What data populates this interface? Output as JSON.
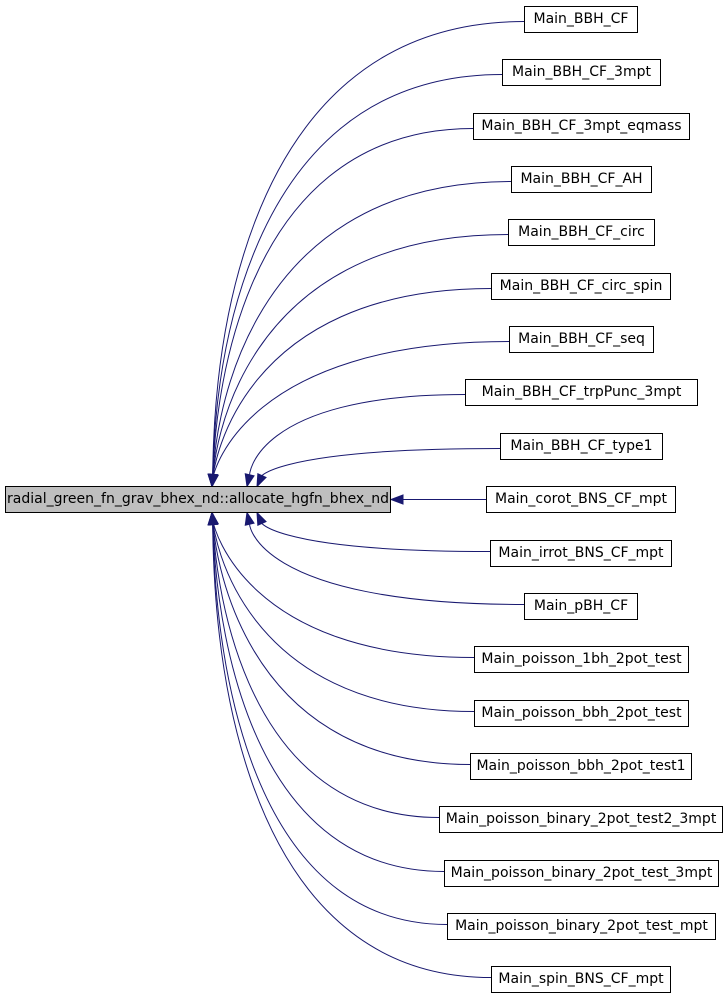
{
  "graph": {
    "root": {
      "label": "radial_green_fn_grav_bhex_nd::allocate_hgfn_bhex_nd"
    },
    "callers": [
      {
        "label": "Main_BBH_CF"
      },
      {
        "label": "Main_BBH_CF_3mpt"
      },
      {
        "label": "Main_BBH_CF_3mpt_eqmass"
      },
      {
        "label": "Main_BBH_CF_AH"
      },
      {
        "label": "Main_BBH_CF_circ"
      },
      {
        "label": "Main_BBH_CF_circ_spin"
      },
      {
        "label": "Main_BBH_CF_seq"
      },
      {
        "label": "Main_BBH_CF_trpPunc_3mpt"
      },
      {
        "label": "Main_BBH_CF_type1"
      },
      {
        "label": "Main_corot_BNS_CF_mpt"
      },
      {
        "label": "Main_irrot_BNS_CF_mpt"
      },
      {
        "label": "Main_pBH_CF"
      },
      {
        "label": "Main_poisson_1bh_2pot_test"
      },
      {
        "label": "Main_poisson_bbh_2pot_test"
      },
      {
        "label": "Main_poisson_bbh_2pot_test1"
      },
      {
        "label": "Main_poisson_binary_2pot_test2_3mpt"
      },
      {
        "label": "Main_poisson_binary_2pot_test_3mpt"
      },
      {
        "label": "Main_poisson_binary_2pot_test_mpt"
      },
      {
        "label": "Main_spin_BNS_CF_mpt"
      }
    ],
    "colors": {
      "edge": "#191970",
      "root_fill": "#bfbfbf",
      "node_fill": "#ffffff",
      "node_border": "#000000"
    }
  }
}
